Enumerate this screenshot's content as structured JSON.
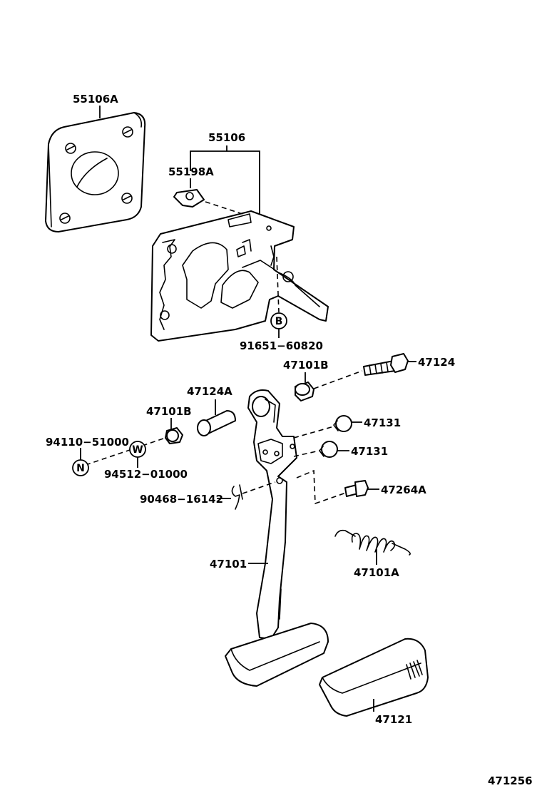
{
  "labels": {
    "p55106A": "55106A",
    "p55106": "55106",
    "p55198A": "55198A",
    "p91651": "91651−60820",
    "p47101B_top": "47101B",
    "p47124": "47124",
    "p47124A": "47124A",
    "p47101B_left": "47101B",
    "p94110": "94110−51000",
    "p94512": "94512−01000",
    "p47131_a": "47131",
    "p47131_b": "47131",
    "p47264A": "47264A",
    "p90468": "90468−16142",
    "p47101": "47101",
    "p47101A": "47101A",
    "p47121": "47121",
    "diagram_id": "471256"
  },
  "markers": {
    "B": "B",
    "W": "W",
    "N": "N"
  }
}
